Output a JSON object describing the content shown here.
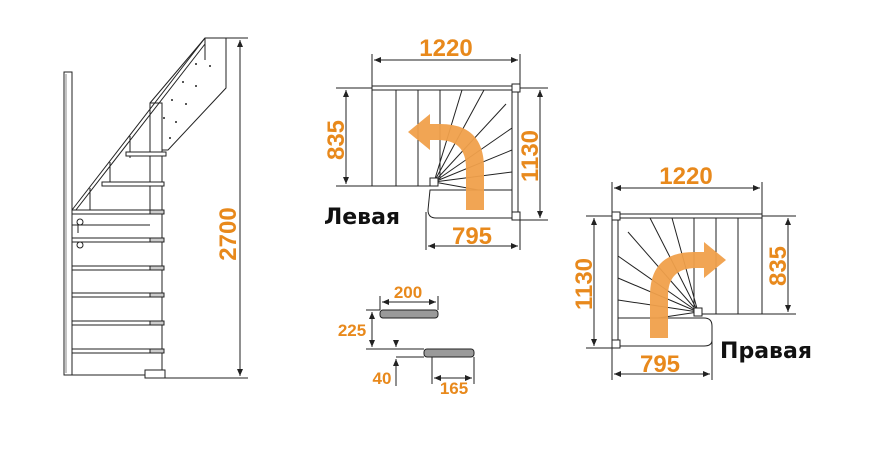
{
  "colors": {
    "dimension": "#e8891c",
    "arrow": "#f0a04b",
    "line": "#222222",
    "tread_fill": "#9a9a9a"
  },
  "side_view": {
    "height_label": "2700"
  },
  "left_plan": {
    "width_label": "1220",
    "left_height_label": "835",
    "right_height_label": "1130",
    "bottom_width_label": "795",
    "name": "Левая"
  },
  "right_plan": {
    "width_label": "1220",
    "left_height_label": "1130",
    "right_height_label": "835",
    "bottom_width_label": "795",
    "name": "Правая"
  },
  "step_detail": {
    "depth_label": "200",
    "rise_label": "225",
    "thickness_label": "40",
    "overlap_label": "165"
  }
}
